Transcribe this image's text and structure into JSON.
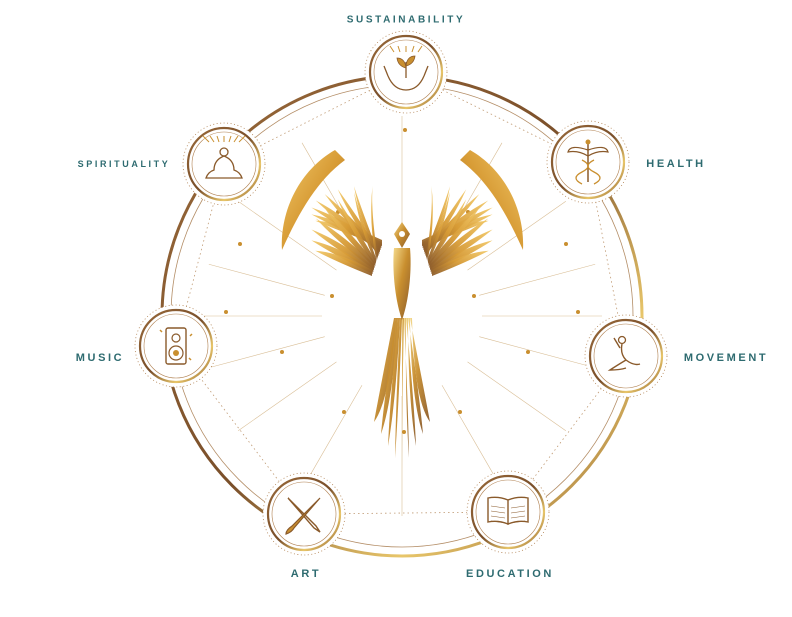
{
  "colors": {
    "gold_light": "#f2d27a",
    "gold": "#c98f2f",
    "bronze": "#8a5a2b",
    "label_teal": "#2e6b70",
    "background": "#ffffff"
  },
  "diagram": {
    "center_figure": "phoenix-wings-icon",
    "nodes": [
      {
        "id": "sustainability",
        "label": "SUSTAINABILITY",
        "icon": "hands-sprout-icon"
      },
      {
        "id": "health",
        "label": "HEALTH",
        "icon": "caduceus-icon"
      },
      {
        "id": "movement",
        "label": "MOVEMENT",
        "icon": "yoga-pose-icon"
      },
      {
        "id": "education",
        "label": "EDUCATION",
        "icon": "open-book-icon"
      },
      {
        "id": "art",
        "label": "ART",
        "icon": "brush-pencil-icon"
      },
      {
        "id": "music",
        "label": "MUSIC",
        "icon": "speaker-icon"
      },
      {
        "id": "spirituality",
        "label": "SPIRITUALITY",
        "icon": "meditation-icon"
      }
    ]
  }
}
